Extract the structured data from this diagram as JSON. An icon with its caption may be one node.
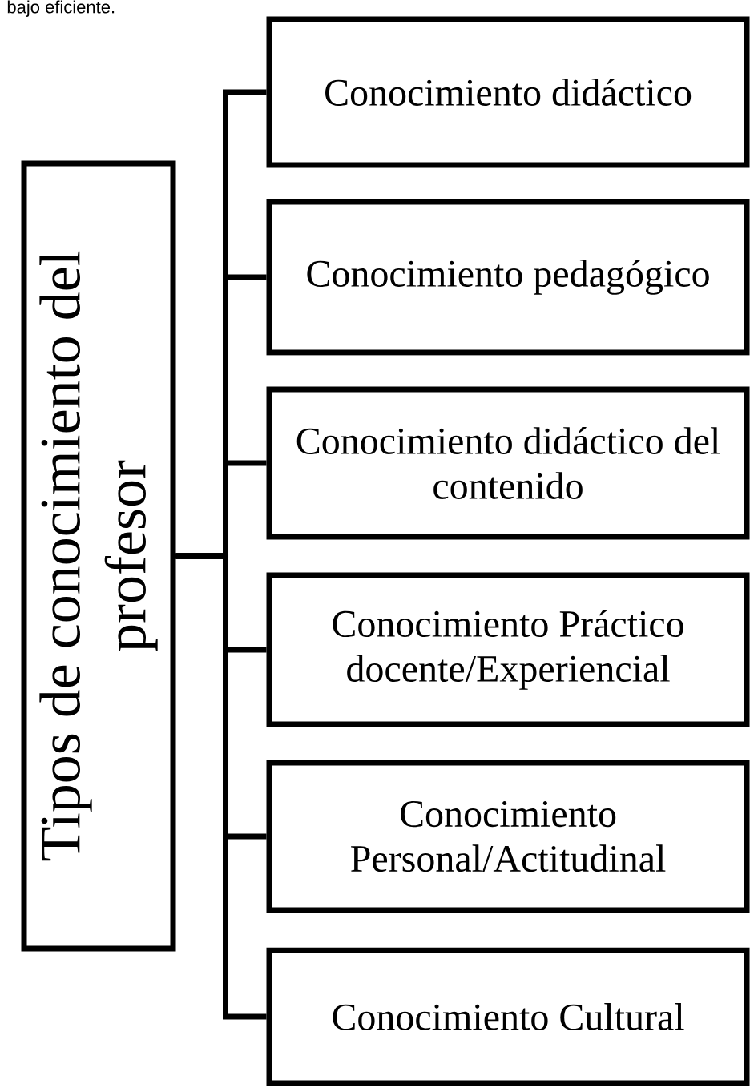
{
  "diagram": {
    "nodes": [
      {
        "text": [
          "Tipos de conocimiento del profesor"
        ]
      },
      {
        "text": [
          "Conocimiento didáctico"
        ]
      },
      {
        "text": [
          "Conocimiento pedagógico"
        ]
      },
      {
        "text": [
          "Conocimiento didáctico del contenido"
        ]
      },
      {
        "text": [
          "Conocimiento Práctico docente/Experiencial"
        ]
      },
      {
        "text": [
          "Conocimiento Personal/Actitudinal"
        ]
      },
      {
        "text": [
          "Conocimiento Cultural"
        ]
      }
    ],
    "edges": [
      {
        "from": 0,
        "to": 1,
        "arrow": "none"
      },
      {
        "from": 0,
        "to": 2,
        "arrow": "none"
      },
      {
        "from": 0,
        "to": 3,
        "arrow": "none"
      },
      {
        "from": 0,
        "to": 4,
        "arrow": "none"
      },
      {
        "from": 0,
        "to": 5,
        "arrow": "none"
      },
      {
        "from": 0,
        "to": 6,
        "arrow": "none"
      }
    ],
    "labels": [
      "bajo eficiente."
    ]
  }
}
